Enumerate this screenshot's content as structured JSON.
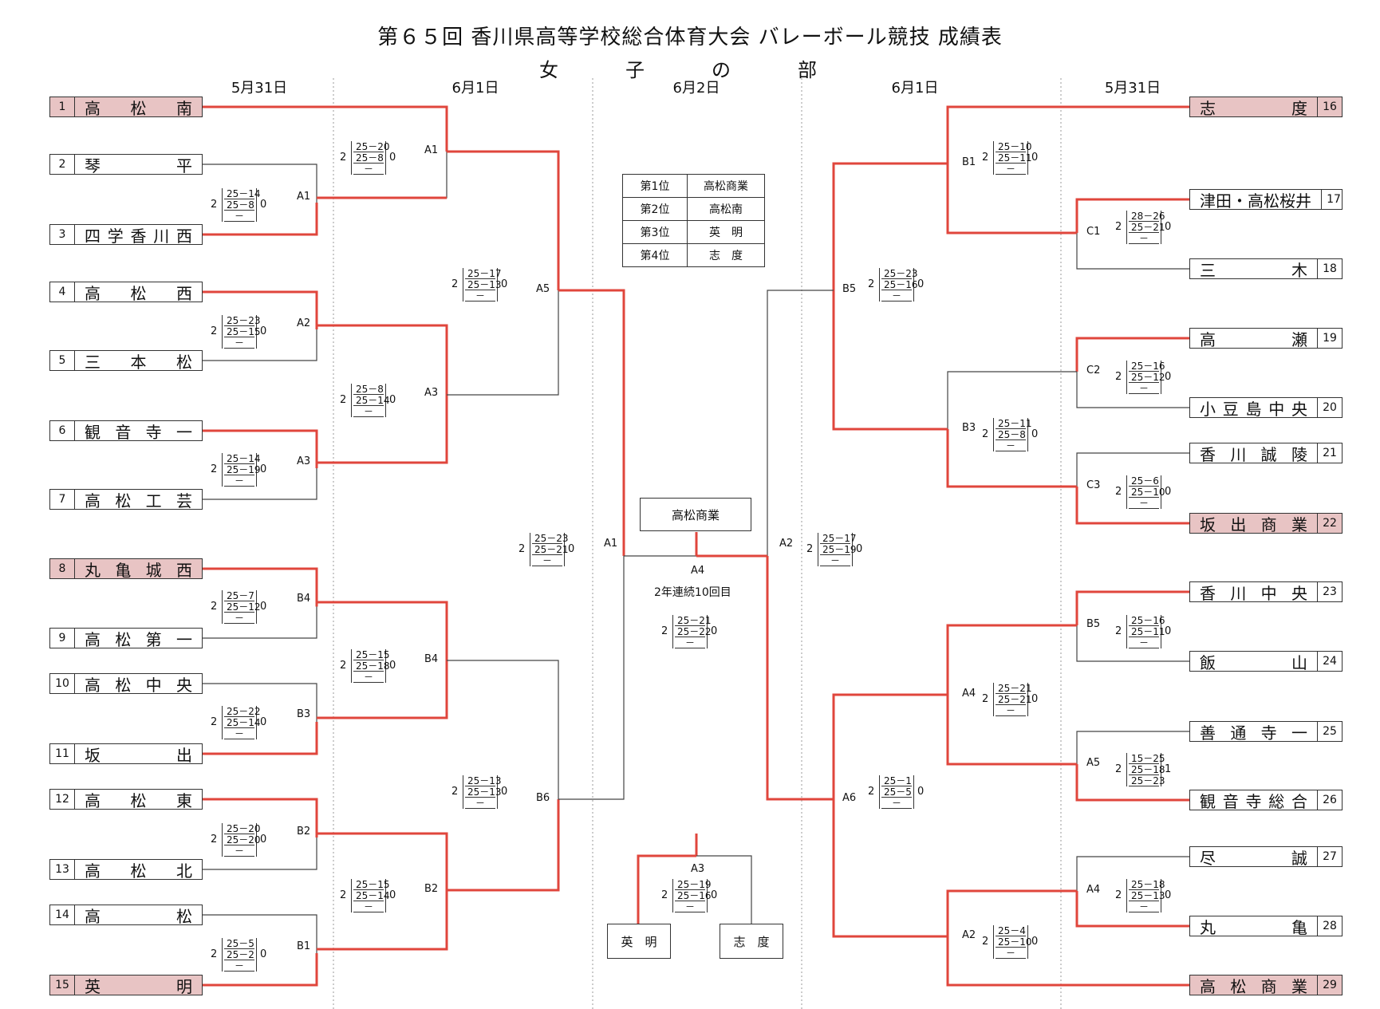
{
  "title": "第６５回 香川県高等学校総合体育大会 バレーボール競技 成績表",
  "subtitle": "女　子　の　部",
  "dates": [
    "5月31日",
    "6月1日",
    "6月2日",
    "6月1日",
    "5月31日"
  ],
  "ranking": [
    {
      "place": "第1位",
      "school": "高松商業"
    },
    {
      "place": "第2位",
      "school": "高松南"
    },
    {
      "place": "第3位",
      "school": "英　明"
    },
    {
      "place": "第4位",
      "school": "志　度"
    }
  ],
  "teams_left": [
    {
      "num": "1",
      "name": "高松南",
      "highlight": true
    },
    {
      "num": "2",
      "name": "琴平",
      "highlight": false
    },
    {
      "num": "3",
      "name": "四学香川西",
      "highlight": false
    },
    {
      "num": "4",
      "name": "高松西",
      "highlight": false
    },
    {
      "num": "5",
      "name": "三本松",
      "highlight": false
    },
    {
      "num": "6",
      "name": "観音寺一",
      "highlight": false
    },
    {
      "num": "7",
      "name": "高松工芸",
      "highlight": false
    },
    {
      "num": "8",
      "name": "丸亀城西",
      "highlight": true
    },
    {
      "num": "9",
      "name": "高松第一",
      "highlight": false
    },
    {
      "num": "10",
      "name": "高松中央",
      "highlight": false
    },
    {
      "num": "11",
      "name": "坂出",
      "highlight": false
    },
    {
      "num": "12",
      "name": "高松東",
      "highlight": false
    },
    {
      "num": "13",
      "name": "高松北",
      "highlight": false
    },
    {
      "num": "14",
      "name": "高松",
      "highlight": false
    },
    {
      "num": "15",
      "name": "英明",
      "highlight": true
    }
  ],
  "teams_right": [
    {
      "num": "16",
      "name": "志度",
      "highlight": true
    },
    {
      "num": "17",
      "name": "津田・高松桜井",
      "highlight": false
    },
    {
      "num": "18",
      "name": "三木",
      "highlight": false
    },
    {
      "num": "19",
      "name": "高瀬",
      "highlight": false
    },
    {
      "num": "20",
      "name": "小豆島中央",
      "highlight": false
    },
    {
      "num": "21",
      "name": "香川誠陵",
      "highlight": false
    },
    {
      "num": "22",
      "name": "坂出商業",
      "highlight": true
    },
    {
      "num": "23",
      "name": "香川中央",
      "highlight": false
    },
    {
      "num": "24",
      "name": "飯山",
      "highlight": false
    },
    {
      "num": "25",
      "name": "善通寺一",
      "highlight": false
    },
    {
      "num": "26",
      "name": "観音寺総合",
      "highlight": false
    },
    {
      "num": "27",
      "name": "尽誠",
      "highlight": false
    },
    {
      "num": "28",
      "name": "丸亀",
      "highlight": false
    },
    {
      "num": "29",
      "name": "高松商業",
      "highlight": true
    }
  ],
  "matches": [
    {
      "label": "A1",
      "win": "2",
      "lose": "0",
      "sets": [
        [
          "25",
          "14"
        ],
        [
          "25",
          "8"
        ],
        [
          "",
          ""
        ]
      ]
    },
    {
      "label": "A2",
      "win": "2",
      "lose": "0",
      "sets": [
        [
          "25",
          "23"
        ],
        [
          "25",
          "15"
        ],
        [
          "",
          ""
        ]
      ]
    },
    {
      "label": "A3",
      "win": "2",
      "lose": "0",
      "sets": [
        [
          "25",
          "14"
        ],
        [
          "25",
          "19"
        ],
        [
          "",
          ""
        ]
      ]
    },
    {
      "label": "B4",
      "win": "2",
      "lose": "0",
      "sets": [
        [
          "25",
          "7"
        ],
        [
          "25",
          "12"
        ],
        [
          "",
          ""
        ]
      ]
    },
    {
      "label": "B3",
      "win": "2",
      "lose": "0",
      "sets": [
        [
          "25",
          "22"
        ],
        [
          "25",
          "14"
        ],
        [
          "",
          ""
        ]
      ]
    },
    {
      "label": "B2",
      "win": "2",
      "lose": "0",
      "sets": [
        [
          "25",
          "20"
        ],
        [
          "25",
          "20"
        ],
        [
          "",
          ""
        ]
      ]
    },
    {
      "label": "B1",
      "win": "2",
      "lose": "0",
      "sets": [
        [
          "25",
          "5"
        ],
        [
          "25",
          "2"
        ],
        [
          "",
          ""
        ]
      ]
    },
    {
      "label": "A1",
      "win": "2",
      "lose": "0",
      "sets": [
        [
          "25",
          "20"
        ],
        [
          "25",
          "8"
        ],
        [
          "",
          ""
        ]
      ]
    },
    {
      "label": "A3",
      "win": "2",
      "lose": "0",
      "sets": [
        [
          "25",
          "8"
        ],
        [
          "25",
          "14"
        ],
        [
          "",
          ""
        ]
      ]
    },
    {
      "label": "B4",
      "win": "2",
      "lose": "0",
      "sets": [
        [
          "25",
          "15"
        ],
        [
          "25",
          "18"
        ],
        [
          "",
          ""
        ]
      ]
    },
    {
      "label": "B2",
      "win": "2",
      "lose": "0",
      "sets": [
        [
          "25",
          "15"
        ],
        [
          "25",
          "14"
        ],
        [
          "",
          ""
        ]
      ]
    },
    {
      "label": "A5",
      "win": "2",
      "lose": "0",
      "sets": [
        [
          "25",
          "17"
        ],
        [
          "25",
          "13"
        ],
        [
          "",
          ""
        ]
      ]
    },
    {
      "label": "B6",
      "win": "2",
      "lose": "0",
      "sets": [
        [
          "25",
          "13"
        ],
        [
          "25",
          "13"
        ],
        [
          "",
          ""
        ]
      ]
    },
    {
      "label": "A1",
      "win": "2",
      "lose": "0",
      "sets": [
        [
          "25",
          "23"
        ],
        [
          "25",
          "21"
        ],
        [
          "",
          ""
        ]
      ]
    },
    {
      "label": "B1",
      "win": "2",
      "lose": "0",
      "sets": [
        [
          "25",
          "10"
        ],
        [
          "25",
          "11"
        ],
        [
          "",
          ""
        ]
      ]
    },
    {
      "label": "C1",
      "win": "2",
      "lose": "0",
      "sets": [
        [
          "28",
          "26"
        ],
        [
          "25",
          "21"
        ],
        [
          "",
          ""
        ]
      ]
    },
    {
      "label": "C2",
      "win": "2",
      "lose": "0",
      "sets": [
        [
          "25",
          "16"
        ],
        [
          "25",
          "12"
        ],
        [
          "",
          ""
        ]
      ]
    },
    {
      "label": "C3",
      "win": "2",
      "lose": "0",
      "sets": [
        [
          "25",
          "6"
        ],
        [
          "25",
          "10"
        ],
        [
          "",
          ""
        ]
      ]
    },
    {
      "label": "B5",
      "win": "2",
      "lose": "0",
      "sets": [
        [
          "25",
          "16"
        ],
        [
          "25",
          "11"
        ],
        [
          "",
          ""
        ]
      ]
    },
    {
      "label": "A5",
      "win": "2",
      "lose": "1",
      "sets": [
        [
          "15",
          "25"
        ],
        [
          "25",
          "18"
        ],
        [
          "25",
          "23"
        ]
      ]
    },
    {
      "label": "A4",
      "win": "2",
      "lose": "0",
      "sets": [
        [
          "25",
          "18"
        ],
        [
          "25",
          "13"
        ],
        [
          "",
          ""
        ]
      ]
    },
    {
      "label": "B3",
      "win": "2",
      "lose": "0",
      "sets": [
        [
          "25",
          "11"
        ],
        [
          "25",
          "8"
        ],
        [
          "",
          ""
        ]
      ]
    },
    {
      "label": "A4",
      "win": "2",
      "lose": "0",
      "sets": [
        [
          "25",
          "21"
        ],
        [
          "25",
          "21"
        ],
        [
          "",
          ""
        ]
      ]
    },
    {
      "label": "A2",
      "win": "2",
      "lose": "0",
      "sets": [
        [
          "25",
          "4"
        ],
        [
          "25",
          "10"
        ],
        [
          "",
          ""
        ]
      ]
    },
    {
      "label": "B5",
      "win": "2",
      "lose": "0",
      "sets": [
        [
          "25",
          "23"
        ],
        [
          "25",
          "16"
        ],
        [
          "",
          ""
        ]
      ]
    },
    {
      "label": "A6",
      "win": "2",
      "lose": "0",
      "sets": [
        [
          "25",
          "1"
        ],
        [
          "25",
          "5"
        ],
        [
          "",
          ""
        ]
      ]
    },
    {
      "label": "A2",
      "win": "2",
      "lose": "0",
      "sets": [
        [
          "25",
          "17"
        ],
        [
          "25",
          "19"
        ],
        [
          "",
          ""
        ]
      ]
    },
    {
      "label": "A4",
      "win": "2",
      "lose": "0",
      "sets": [
        [
          "25",
          "21"
        ],
        [
          "25",
          "22"
        ],
        [
          "",
          ""
        ]
      ]
    },
    {
      "label": "A3",
      "win": "2",
      "lose": "0",
      "sets": [
        [
          "25",
          "19"
        ],
        [
          "25",
          "16"
        ],
        [
          "",
          ""
        ]
      ]
    }
  ],
  "final": {
    "champion": "高松商業",
    "note": "2年連続10回目"
  },
  "third_place": {
    "left": "英　明",
    "right": "志　度"
  },
  "colors": {
    "win_line": "#e0463c",
    "highlight": "#e8c4c4"
  }
}
